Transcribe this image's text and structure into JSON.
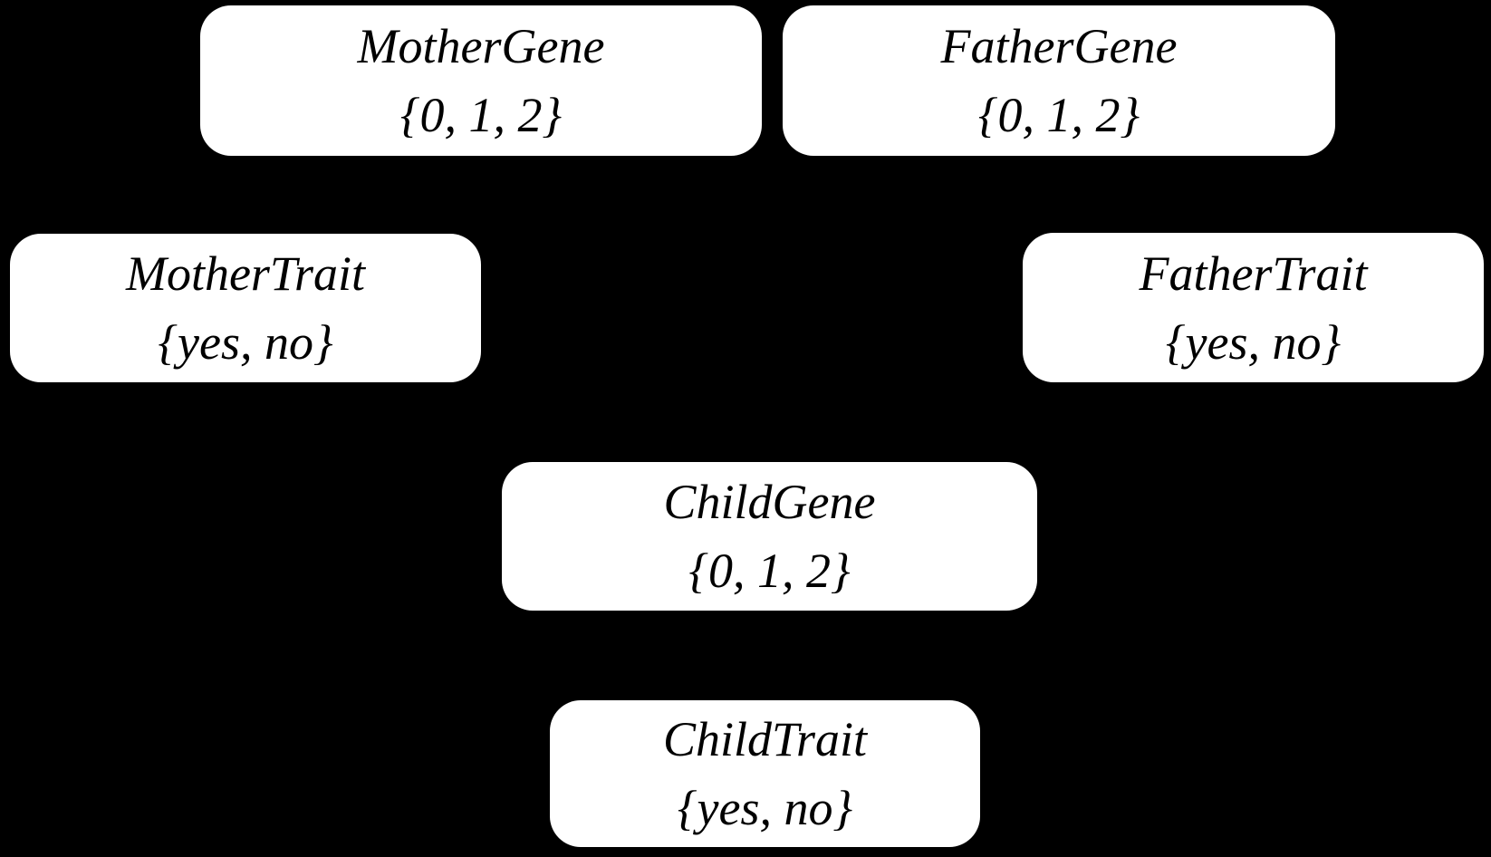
{
  "colors": {
    "background": "#000000",
    "node_fill": "#ffffff",
    "node_text": "#000000"
  },
  "nodes": [
    {
      "name": "MotherGene",
      "domain": "{0, 1, 2}"
    },
    {
      "name": "FatherGene",
      "domain": "{0, 1, 2}"
    },
    {
      "name": "MotherTrait",
      "domain": "{yes, no}"
    },
    {
      "name": "FatherTrait",
      "domain": "{yes, no}"
    },
    {
      "name": "ChildGene",
      "domain": "{0, 1, 2}"
    },
    {
      "name": "ChildTrait",
      "domain": "{yes, no}"
    }
  ]
}
